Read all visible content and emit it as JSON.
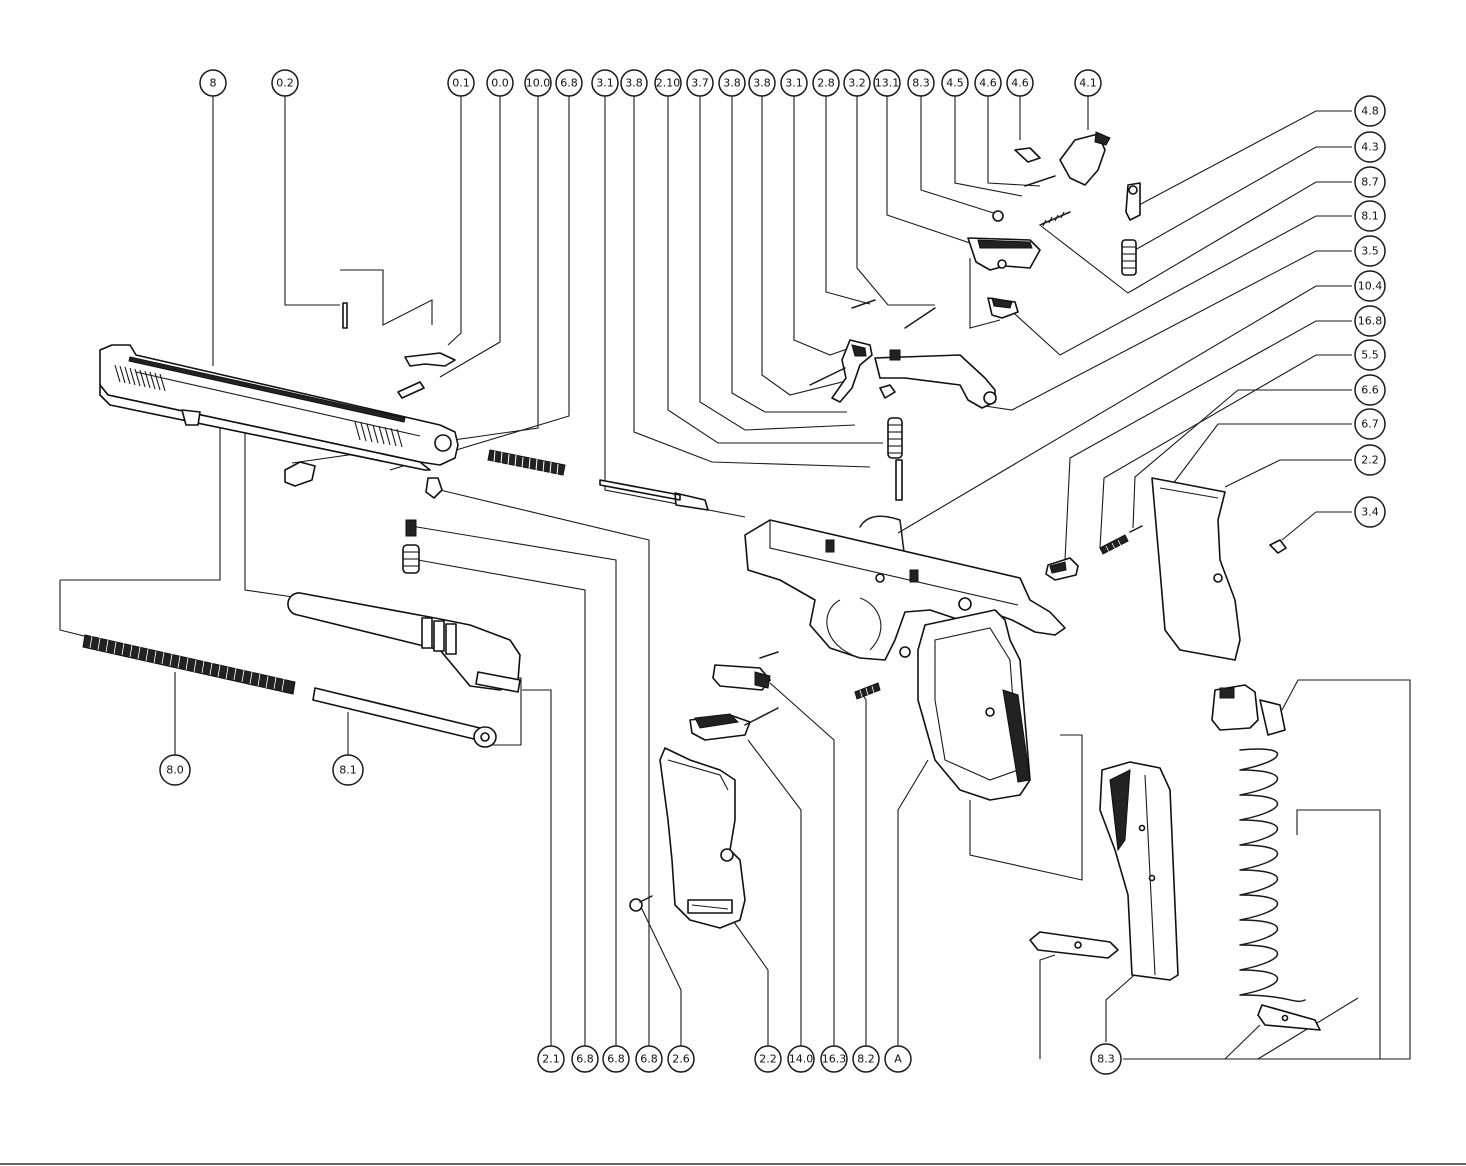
{
  "diagram": {
    "type": "exploded-parts-diagram",
    "colors": {
      "line": "#1a1a1a",
      "background": "#ffffff",
      "fill_dark": "#222222"
    },
    "callouts_top": [
      "8",
      "0.2",
      "0.1",
      "0.0",
      "10.0",
      "6.8",
      "3.1",
      "3.8",
      "2.10",
      "3.7",
      "3.8",
      "3.8",
      "3.1",
      "2.8",
      "3.2",
      "13.1",
      "8.3",
      "4.5",
      "4.6",
      "4.6",
      "4.1"
    ],
    "callouts_right": [
      "4.8",
      "4.3",
      "8.7",
      "8.1",
      "3.5",
      "10.4",
      "16.8",
      "5.5",
      "6.6",
      "6.7",
      "2.2",
      "3.4"
    ],
    "callouts_bottom": [
      "2.1",
      "6.8",
      "6.8",
      "6.8",
      "2.6",
      "2.2",
      "14.0",
      "16.3",
      "8.2",
      "A",
      "8.3"
    ],
    "callouts_left": [
      "8.0",
      "8.1"
    ]
  }
}
